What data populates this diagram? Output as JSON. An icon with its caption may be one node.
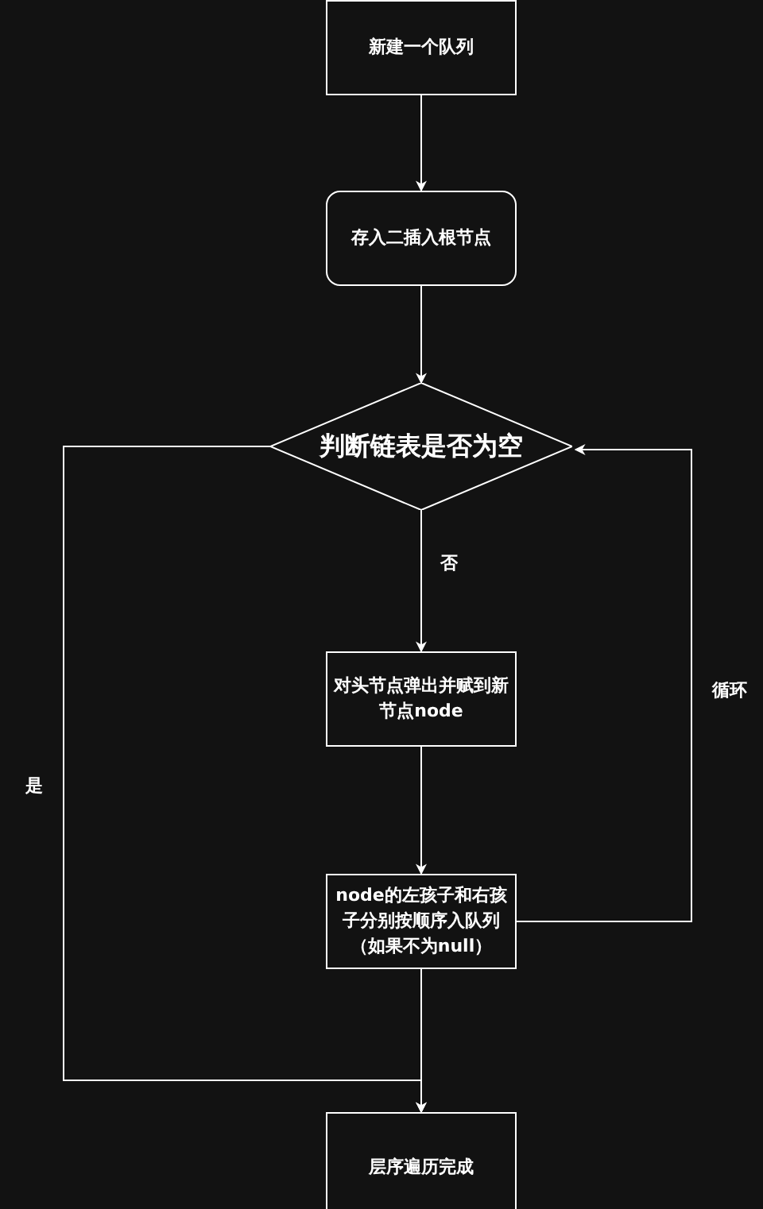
{
  "diagram": {
    "nodes": [
      {
        "text": [
          "新建一个队列"
        ]
      },
      {
        "text": [
          "存入二插入根节点"
        ]
      },
      {
        "text": [
          "判断链表是否为空"
        ]
      },
      {
        "text": [
          "对头节点弹出并赋到新节点node"
        ]
      },
      {
        "text": [
          "node的左孩子和右孩子分别按顺序入队列（如果不为null）"
        ]
      },
      {
        "text": [
          "层序遍历完成"
        ]
      }
    ],
    "edges": [
      {
        "from": 0,
        "to": 1,
        "arrow": "to"
      },
      {
        "from": 1,
        "to": 2,
        "arrow": "to"
      },
      {
        "from": 2,
        "to": 3,
        "arrow": "to",
        "label": "否"
      },
      {
        "from": 3,
        "to": 4,
        "arrow": "to"
      },
      {
        "from": 4,
        "to": 2,
        "arrow": "to",
        "label": "循环"
      },
      {
        "from": 2,
        "to": 5,
        "arrow": "to",
        "label": "是"
      },
      {
        "from": 4,
        "to": 5,
        "arrow": "to"
      }
    ]
  }
}
